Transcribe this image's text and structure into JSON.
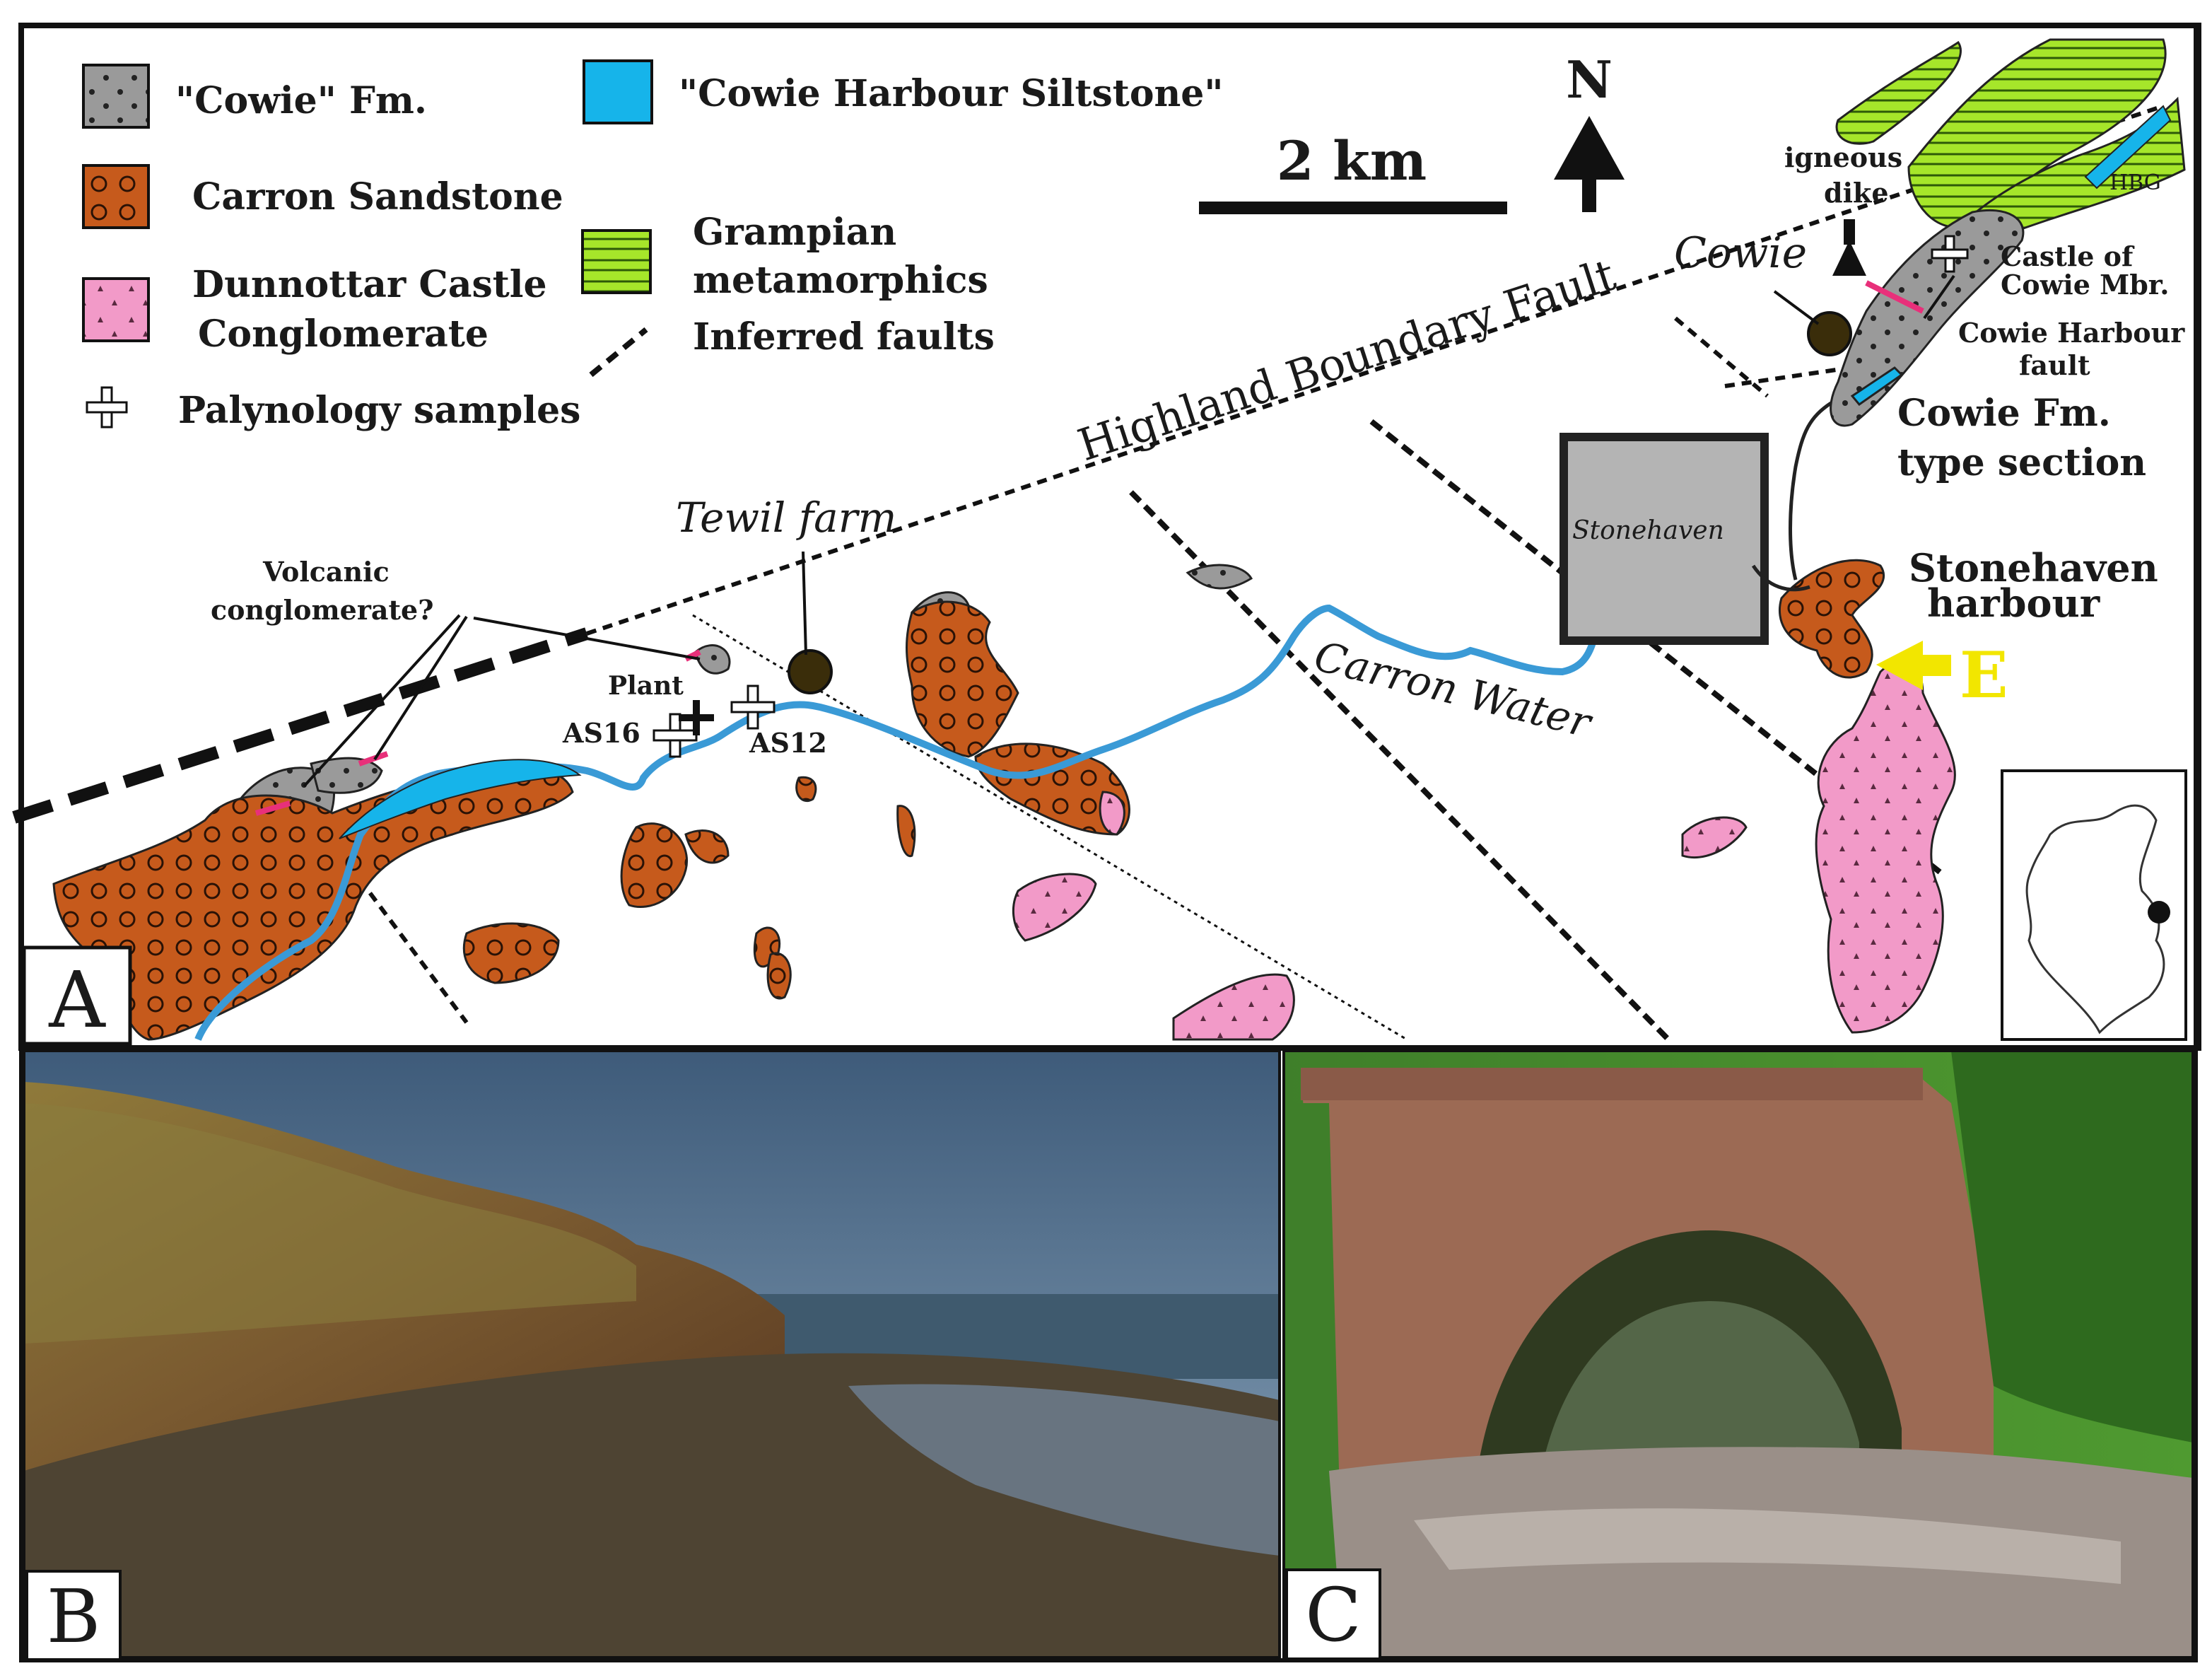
{
  "legend": {
    "cowie_fm": "\"Cowie\" Fm.",
    "carron_sandstone": "Carron Sandstone",
    "dunnottar_line1": "Dunnottar Castle",
    "dunnottar_line2": "Conglomerate",
    "palynology": "Palynology samples",
    "cowie_harbour_siltstone": "\"Cowie Harbour Siltstone\"",
    "grampian_line1": "Grampian",
    "grampian_line2": "metamorphics",
    "inferred_faults": "Inferred faults"
  },
  "scale_bar": {
    "label": "2 km"
  },
  "north_arrow": {
    "label": "N"
  },
  "map_labels": {
    "highland_boundary_fault": "Highland Boundary Fault",
    "tewil_farm": "Tewil farm",
    "volcanic_line1": "Volcanic",
    "volcanic_line2": "conglomerate?",
    "plant": "Plant",
    "as16": "AS16",
    "as12": "AS12",
    "carron_water": "Carron Water",
    "stonehaven_town": "Stonehaven",
    "stonehaven_harbour_line1": "Stonehaven",
    "stonehaven_harbour_line2": "harbour",
    "e_marker": "E",
    "cowie": "Cowie",
    "igneous_line1": "igneous",
    "igneous_line2": "dike",
    "hbg": "HBG",
    "castle_line1": "Castle of",
    "castle_line2": "Cowie Mbr.",
    "cowie_harbour_fault_line1": "Cowie Harbour",
    "cowie_harbour_fault_line2": "fault",
    "cowie_type_line1": "Cowie Fm.",
    "cowie_type_line2": "type section"
  },
  "panels": {
    "a": "A",
    "b": "B",
    "c": "C"
  },
  "colors": {
    "cowie_gray": "#9a9a9a",
    "carron_orange": "#c65a1c",
    "dunnottar_pink": "#f29ac8",
    "siltstone_blue": "#16b4ea",
    "grampian_green": "#a6e62a",
    "river_blue": "#3a9ad6",
    "arrow_yellow": "#f2e600"
  }
}
